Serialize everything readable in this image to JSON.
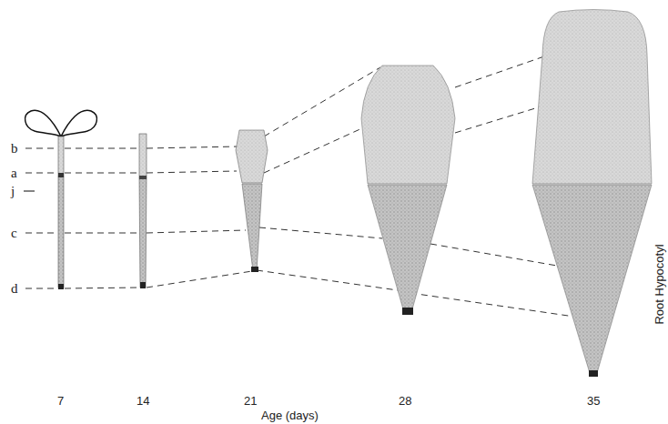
{
  "diagram": {
    "labels": [
      "b",
      "a",
      "j",
      "c",
      "d",
      "7",
      "14",
      "21",
      "28",
      "35",
      "Age (days)",
      "Root Hypocotyl"
    ]
  }
}
